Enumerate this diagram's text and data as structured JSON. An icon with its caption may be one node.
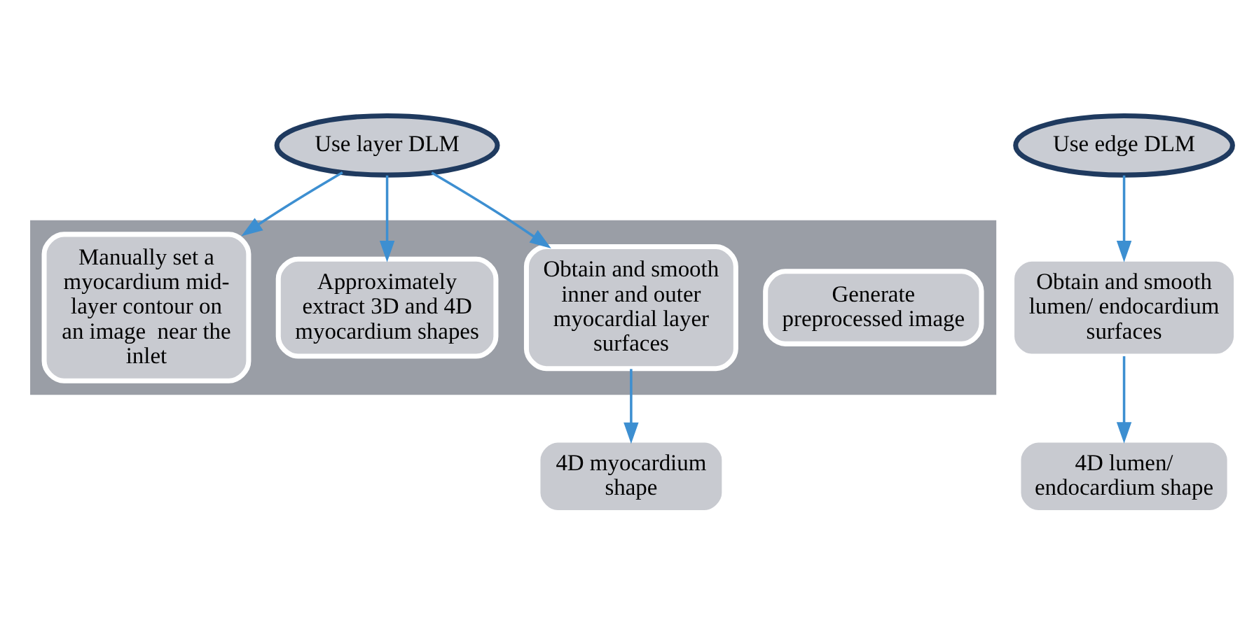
{
  "diagram": {
    "nodes": [
      {
        "text": [
          "Use layer DLM"
        ]
      },
      {
        "text": [
          "Use edge DLM"
        ]
      },
      {
        "text": [],
        "shape": "arrow"
      },
      {
        "text": [
          "Manually set a myocardium mid-layer contour on an image  near the inlet"
        ],
        "in": 2
      },
      {
        "text": [
          "Approximately extract 3D and 4D myocardium shapes"
        ],
        "in": 2
      },
      {
        "text": [
          "Obtain and smooth inner and outer myocardial layer surfaces"
        ],
        "in": 2
      },
      {
        "text": [
          "Generate preprocessed image"
        ],
        "in": 2
      },
      {
        "text": [
          "Obtain and smooth lumen/ endocardium surfaces"
        ]
      },
      {
        "text": [
          "4D myocardium shape"
        ]
      },
      {
        "text": [
          "4D lumen/ endocardium shape"
        ]
      }
    ],
    "edges": [
      {
        "from": 0,
        "to": 3,
        "arrow": "to"
      },
      {
        "from": 0,
        "to": 4,
        "arrow": "to"
      },
      {
        "from": 0,
        "to": 5,
        "arrow": "to"
      },
      {
        "from": 1,
        "to": 7,
        "arrow": "to"
      },
      {
        "from": 5,
        "to": 8,
        "arrow": "to"
      },
      {
        "from": 7,
        "to": 9,
        "arrow": "to"
      }
    ]
  }
}
